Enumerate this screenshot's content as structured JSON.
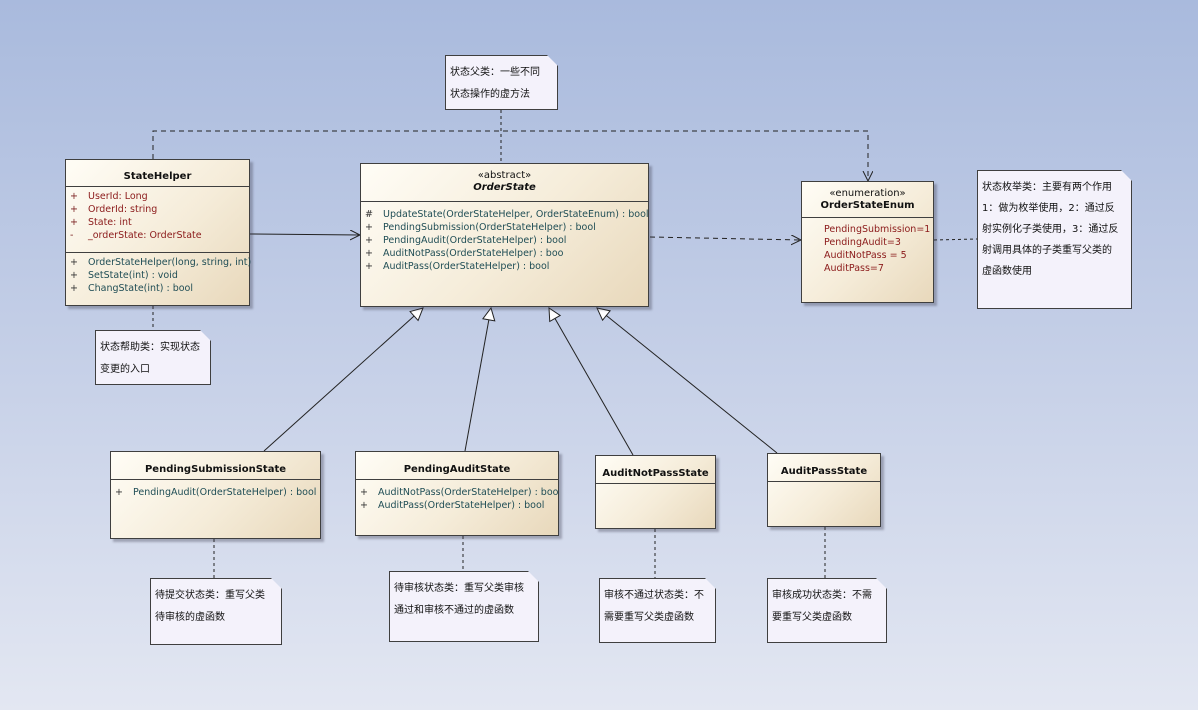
{
  "notes": {
    "state_parent": "状态父类：一些不同状态操作的虚方法",
    "state_helper": "状态帮助类：实现状态变更的入口",
    "enum": "状态枚举类：主要有两个作用 1：做为枚举使用，2：通过反射实例化子类使用，3：通过反射调用具体的子类重写父类的虚函数使用",
    "pending_submission": "待提交状态类：重写父类待审核的虚函数",
    "pending_audit": "待审核状态类：重写父类审核通过和审核不通过的虚函数",
    "audit_not_pass": "审核不通过状态类：不需要重写父类虚函数",
    "audit_pass": "审核成功状态类：不需要重写父类虚函数"
  },
  "classes": {
    "state_helper": {
      "name": "StateHelper",
      "attributes": [
        {
          "vis": "+",
          "text": "UserId:  Long"
        },
        {
          "vis": "+",
          "text": "OrderId:  string"
        },
        {
          "vis": "+",
          "text": "State:  int"
        },
        {
          "vis": "-",
          "text": "_orderState:  OrderState"
        }
      ],
      "operations": [
        {
          "vis": "+",
          "text": "OrderStateHelper(long, string, int)"
        },
        {
          "vis": "+",
          "text": "SetState(int) : void"
        },
        {
          "vis": "+",
          "text": "ChangState(int) : bool"
        }
      ]
    },
    "order_state": {
      "stereotype": "«abstract»",
      "name": "OrderState",
      "operations": [
        {
          "vis": "#",
          "text": "UpdateState(OrderStateHelper, OrderStateEnum) : bool"
        },
        {
          "vis": "+",
          "text": "PendingSubmission(OrderStateHelper) : bool"
        },
        {
          "vis": "+",
          "text": "PendingAudit(OrderStateHelper) : bool"
        },
        {
          "vis": "+",
          "text": "AuditNotPass(OrderStateHelper) : boo"
        },
        {
          "vis": "+",
          "text": "AuditPass(OrderStateHelper) : bool"
        }
      ]
    },
    "order_state_enum": {
      "stereotype": "«enumeration»",
      "name": "OrderStateEnum",
      "literals": [
        "PendingSubmission=1",
        "PendingAudit=3",
        "AuditNotPass = 5",
        "AuditPass=7"
      ]
    },
    "pending_submission_state": {
      "name": "PendingSubmissionState",
      "operations": [
        {
          "vis": "+",
          "text": "PendingAudit(OrderStateHelper) : bool"
        }
      ]
    },
    "pending_audit_state": {
      "name": "PendingAuditState",
      "operations": [
        {
          "vis": "+",
          "text": "AuditNotPass(OrderStateHelper) : boo"
        },
        {
          "vis": "+",
          "text": "AuditPass(OrderStateHelper) : bool"
        }
      ]
    },
    "audit_not_pass_state": {
      "name": "AuditNotPassState"
    },
    "audit_pass_state": {
      "name": "AuditPassState"
    }
  },
  "colors": {
    "attribute_text": "#8b1a1a",
    "operation_text": "#1f4d55",
    "class_fill": "#f5ecd9",
    "note_fill": "#f4f2fb",
    "background_top": "#a9badd",
    "background_bottom": "#e3e7f2"
  }
}
